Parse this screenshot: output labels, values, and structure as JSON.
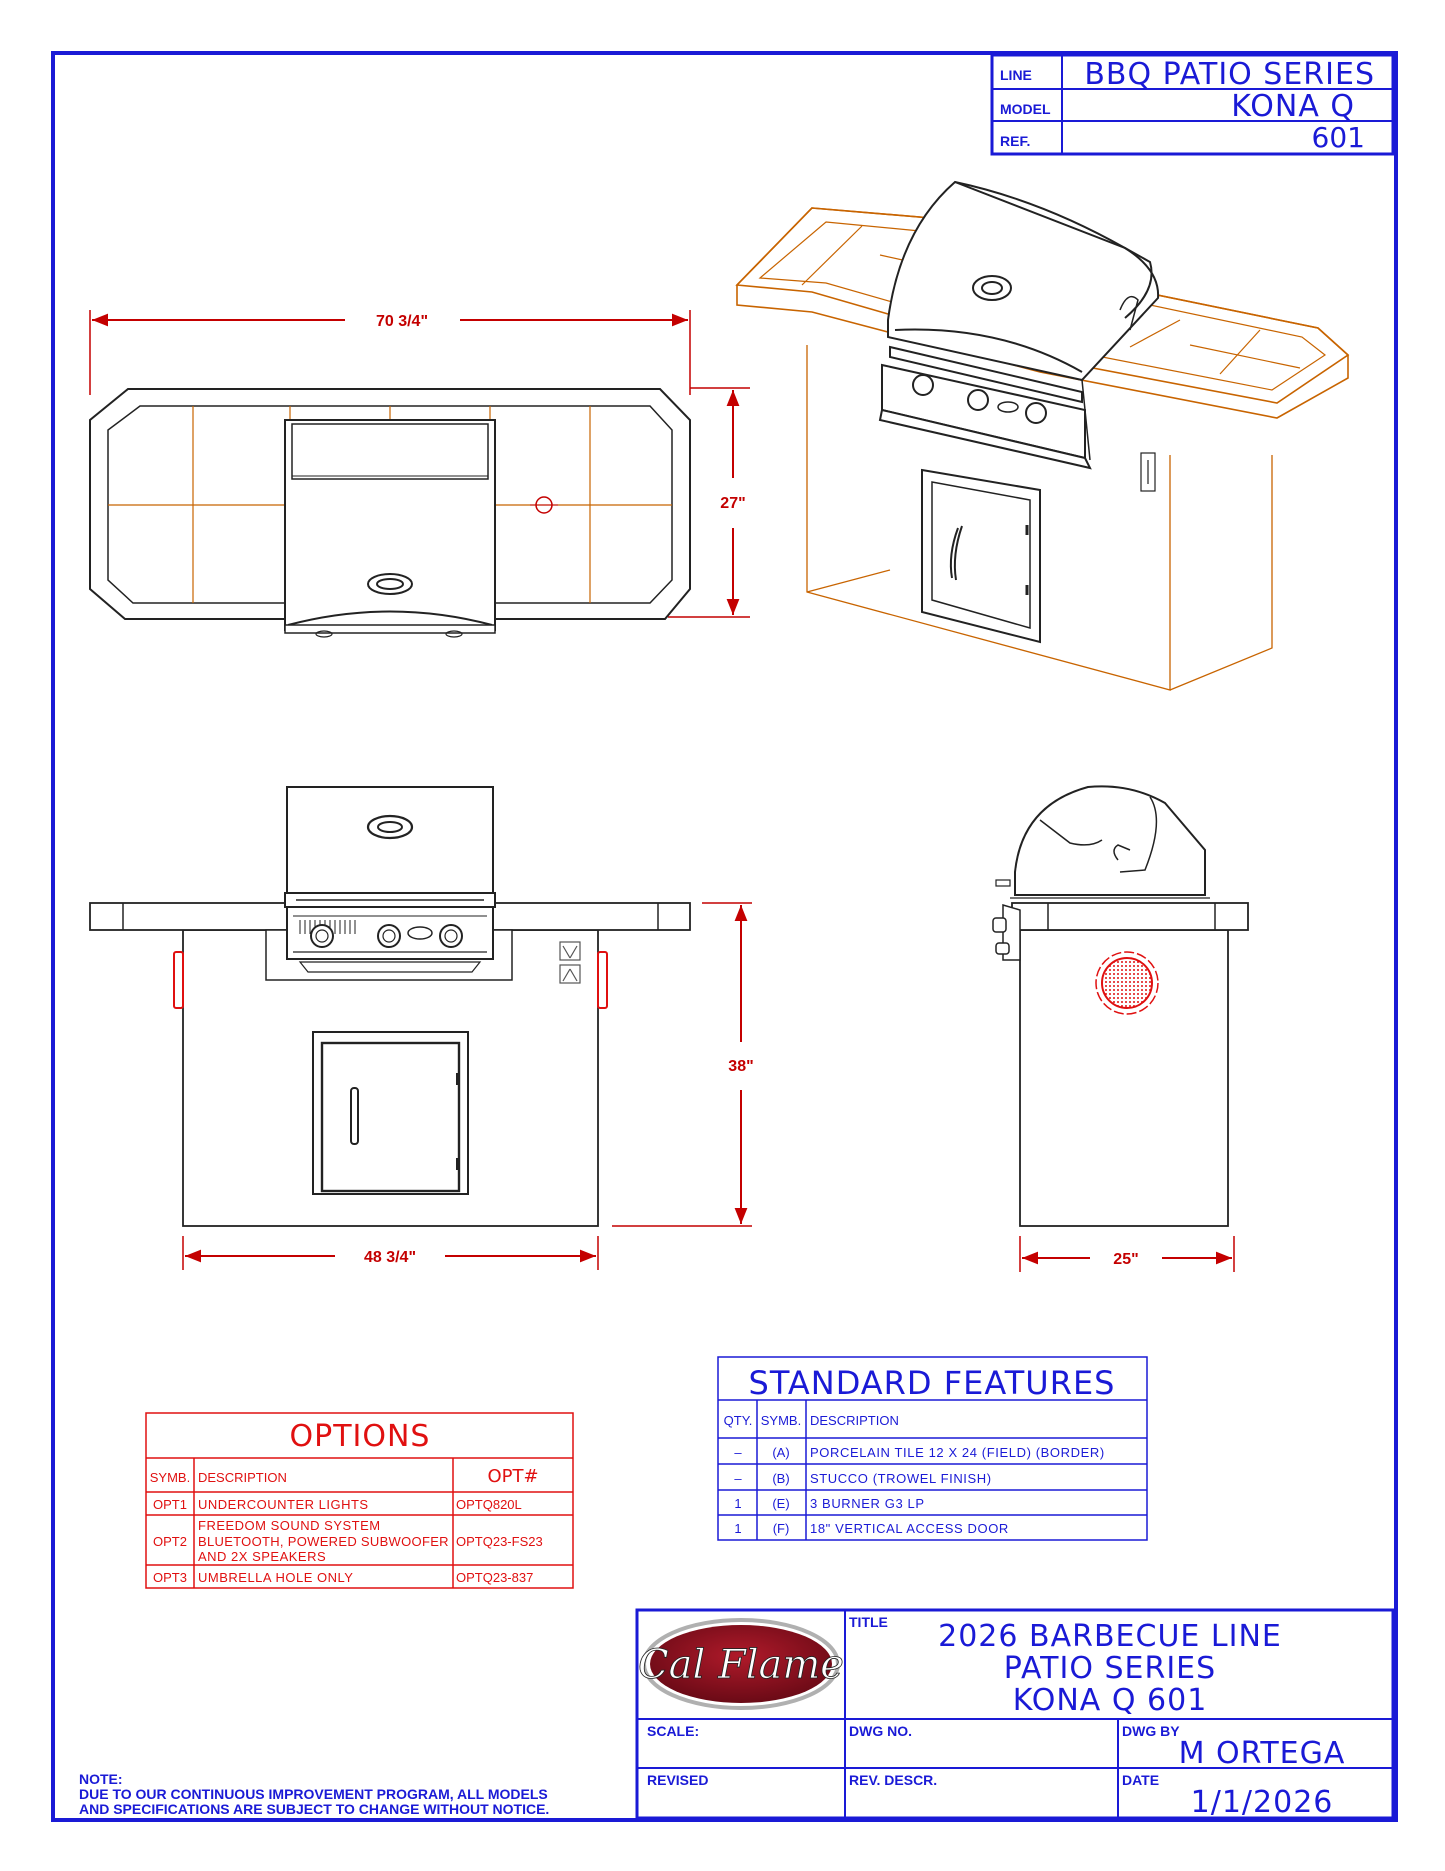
{
  "header": {
    "line_label": "LINE",
    "line_value": "BBQ PATIO SERIES",
    "model_label": "MODEL",
    "model_value": "KONA Q",
    "ref_label": "REF.",
    "ref_value": "601"
  },
  "dimensions": {
    "top_width": "70 3/4\"",
    "top_depth": "27\"",
    "front_width": "48 3/4\"",
    "front_height": "38\"",
    "side_depth": "25\""
  },
  "options": {
    "title": "OPTIONS",
    "col_symb": "SYMB.",
    "col_desc": "DESCRIPTION",
    "col_opt": "OPT#",
    "rows": [
      {
        "symb": "OPT1",
        "desc": [
          "UNDERCOUNTER LIGHTS"
        ],
        "opt": "OPTQ820L"
      },
      {
        "symb": "OPT2",
        "desc": [
          "FREEDOM SOUND SYSTEM",
          "BLUETOOTH, POWERED SUBWOOFER",
          "AND 2X SPEAKERS"
        ],
        "opt": "OPTQ23-FS23"
      },
      {
        "symb": "OPT3",
        "desc": [
          "UMBRELLA HOLE ONLY"
        ],
        "opt": "OPTQ23-837"
      }
    ]
  },
  "features": {
    "title": "STANDARD FEATURES",
    "col_qty": "QTY.",
    "col_symb": "SYMB.",
    "col_desc": "DESCRIPTION",
    "rows": [
      {
        "qty": "–",
        "symb": "(A)",
        "desc": "PORCELAIN TILE 12 X 24 (FIELD) (BORDER)"
      },
      {
        "qty": "–",
        "symb": "(B)",
        "desc": "STUCCO (TROWEL FINISH)"
      },
      {
        "qty": "1",
        "symb": "(E)",
        "desc": "3 BURNER G3 LP"
      },
      {
        "qty": "1",
        "symb": "(F)",
        "desc": "18\" VERTICAL ACCESS DOOR"
      }
    ]
  },
  "title_block": {
    "logo_text": "Cal Flame",
    "title_label": "TITLE",
    "title_lines": [
      "2026 BARBECUE LINE",
      "PATIO SERIES",
      "KONA Q 601"
    ],
    "scale_label": "SCALE:",
    "dwg_no_label": "DWG NO.",
    "dwg_by_label": "DWG BY",
    "dwg_by_value": "M ORTEGA",
    "revised_label": "REVISED",
    "rev_descr_label": "REV. DESCR.",
    "date_label": "DATE",
    "date_value": "1/1/2026"
  },
  "note": {
    "label": "NOTE:",
    "lines": [
      "DUE TO OUR CONTINUOUS IMPROVEMENT PROGRAM, ALL MODELS",
      "AND SPECIFICATIONS ARE SUBJECT TO CHANGE WITHOUT NOTICE."
    ]
  },
  "colors": {
    "border_blue": "#1a1ad6",
    "dim_red": "#c40000",
    "option_red": "#e01010",
    "tile_orange": "#c86400",
    "logo_red": "#8a1020"
  }
}
